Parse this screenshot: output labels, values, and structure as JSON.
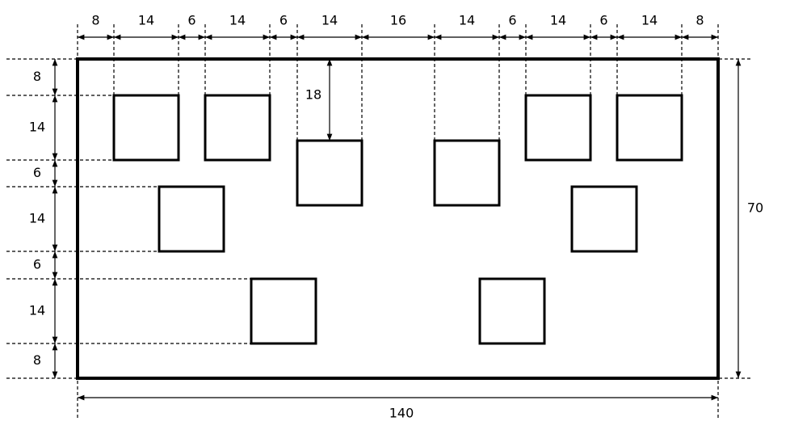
{
  "dimensions": {
    "top": [
      "8",
      "14",
      "6",
      "14",
      "6",
      "14",
      "16",
      "14",
      "6",
      "14",
      "6",
      "14",
      "8"
    ],
    "left": [
      "8",
      "14",
      "6",
      "14",
      "6",
      "14",
      "8"
    ],
    "overall_width": "140",
    "overall_height": "70",
    "hole_offset": "18"
  },
  "colors": {
    "stroke": "#000000",
    "background": "#ffffff"
  }
}
